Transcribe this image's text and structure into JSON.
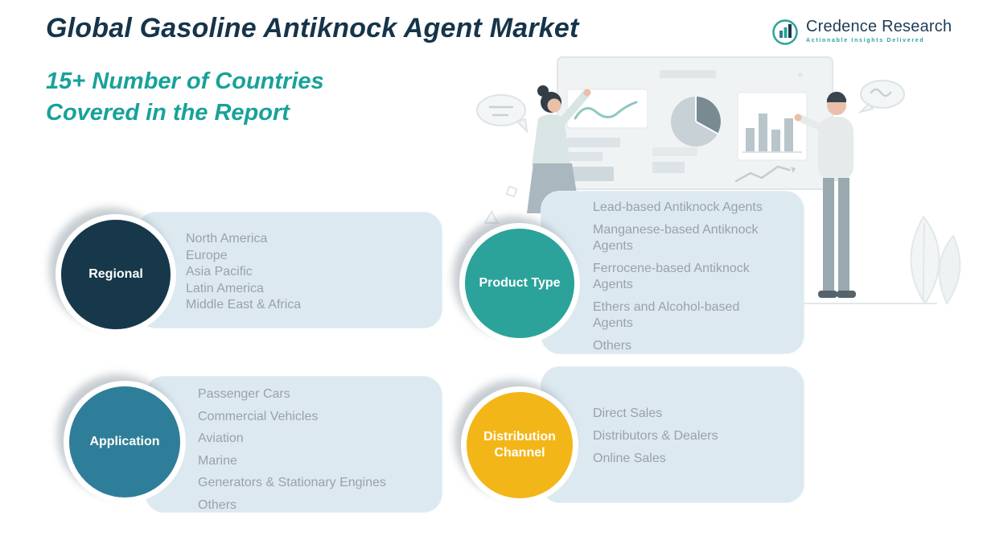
{
  "header": {
    "title": "Global Gasoline Antiknock Agent Market",
    "subtitle_line1": "15+ Number of Countries",
    "subtitle_line2": "Covered in the Report"
  },
  "logo": {
    "name": "Credence Research",
    "tagline": "Actionable Insights Delivered"
  },
  "colors": {
    "title": "#16344a",
    "subtitle": "#18a29a",
    "card_bg": "#dde9f1",
    "list_text": "#98a2a9"
  },
  "cards": [
    {
      "label": "Regional",
      "color": "#16384a",
      "items": [
        "North America",
        "Europe",
        "Asia Pacific",
        "Latin America",
        "Middle East & Africa"
      ]
    },
    {
      "label": "Product Type",
      "color": "#2ba39a",
      "items": [
        "Lead-based Antiknock Agents",
        "Manganese-based Antiknock Agents",
        "Ferrocene-based Antiknock Agents",
        "Ethers and Alcohol-based Agents",
        "Others"
      ]
    },
    {
      "label": "Application",
      "color": "#2f7e99",
      "items": [
        "Passenger Cars",
        "Commercial Vehicles",
        "Aviation",
        "Marine",
        "Generators & Stationary Engines",
        "Others"
      ]
    },
    {
      "label": "Distribution Channel",
      "color": "#f3b619",
      "items": [
        "Direct Sales",
        "Distributors & Dealers",
        "Online Sales"
      ]
    }
  ]
}
